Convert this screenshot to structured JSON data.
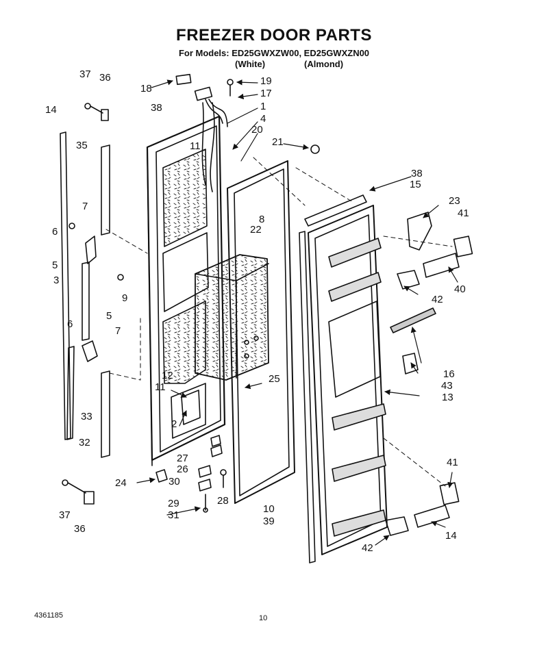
{
  "header": {
    "title": "FREEZER DOOR PARTS",
    "models_line": "For Models: ED25GWXZW00, ED25GWXZN00",
    "variant_white": "(White)",
    "variant_almond": "(Almond)"
  },
  "footer": {
    "doc_number": "4361185",
    "page_number": "10"
  },
  "callouts": [
    "37",
    "36",
    "18",
    "19",
    "17",
    "1",
    "38",
    "4",
    "20",
    "21",
    "11",
    "14",
    "35",
    "7",
    "6",
    "5",
    "3",
    "9",
    "8",
    "22",
    "38",
    "15",
    "23",
    "41",
    "40",
    "42",
    "16",
    "43",
    "13",
    "12",
    "11",
    "25",
    "6",
    "5",
    "7",
    "33",
    "32",
    "2",
    "27",
    "26",
    "30",
    "24",
    "28",
    "29",
    "31",
    "10",
    "39",
    "41",
    "14",
    "42",
    "37",
    "36"
  ]
}
